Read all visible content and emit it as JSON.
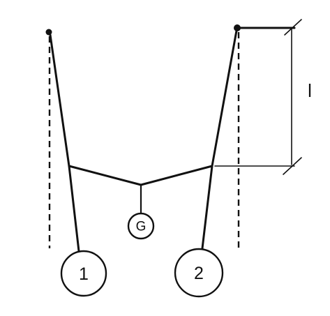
{
  "diagram": {
    "mass_1_label": "1",
    "mass_2_label": "2",
    "mass_g_label": "G",
    "length_label": "l"
  }
}
